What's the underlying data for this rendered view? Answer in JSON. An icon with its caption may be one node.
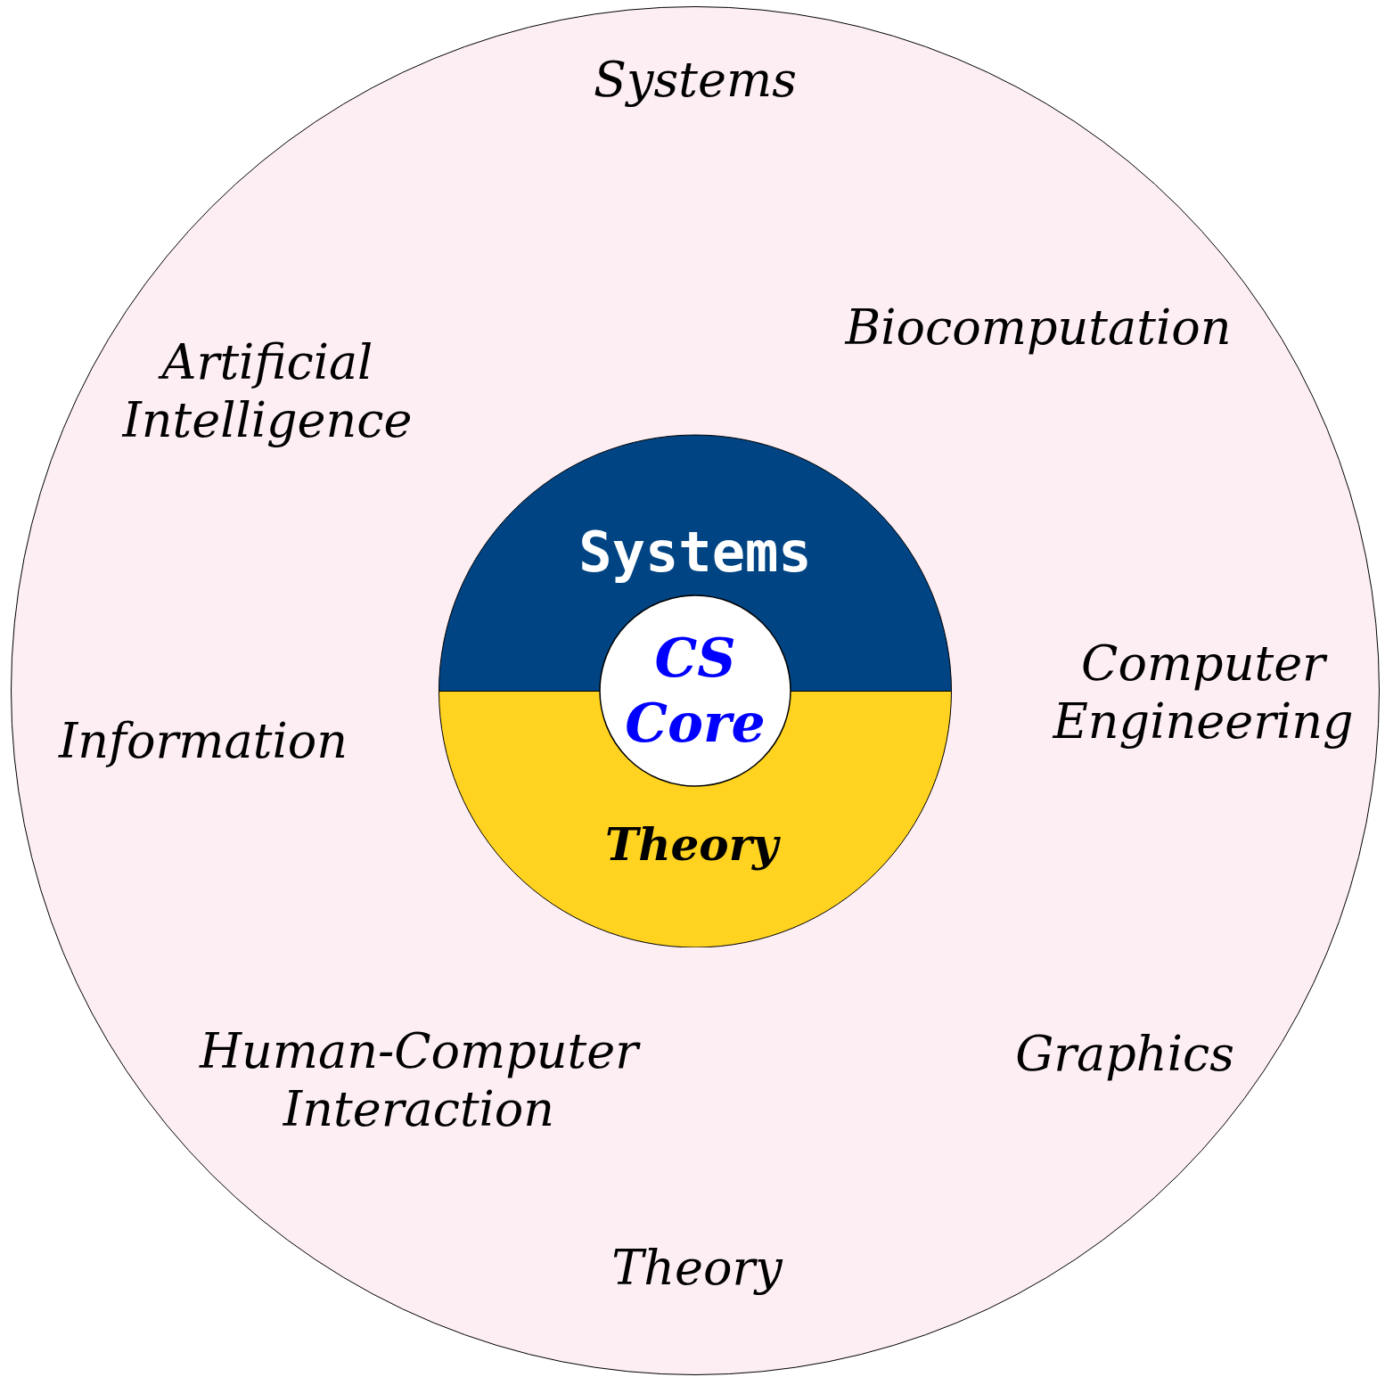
{
  "diagram": {
    "nodes": [
      {
        "text": [
          "Systems",
          "Artificial Intelligence",
          "Biocomputation",
          "Information",
          "Computer Engineering",
          "Human-Computer Interaction",
          "Graphics",
          "Theory"
        ]
      },
      {
        "text": [
          "Systems"
        ],
        "in": 0
      },
      {
        "text": [
          "Theory"
        ],
        "in": 0
      },
      {
        "text": [
          "CS Core"
        ],
        "in": 0
      }
    ]
  }
}
